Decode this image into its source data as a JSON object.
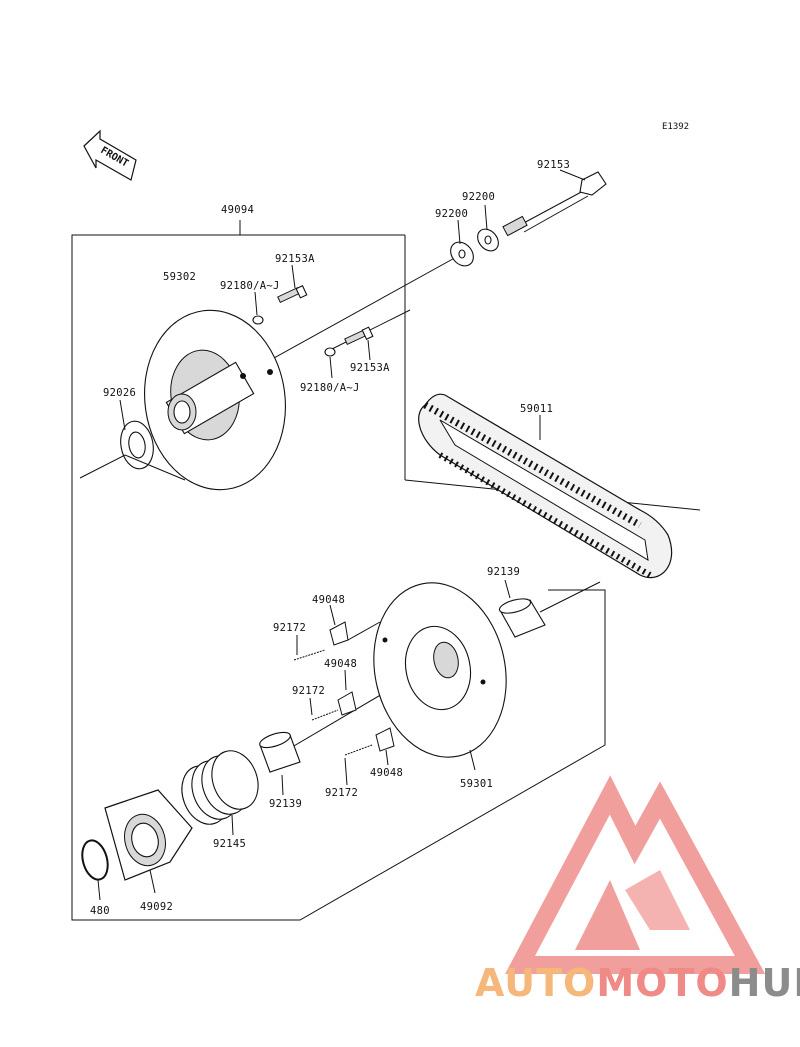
{
  "diagram_code": "E1392",
  "front_label": "FRONT",
  "labels": {
    "p49094": "49094",
    "p59302": "59302",
    "p92153A_top": "92153A",
    "p92180_top": "92180/A~J",
    "p92153A_mid": "92153A",
    "p92180_mid": "92180/A~J",
    "p92026": "92026",
    "p92153": "92153",
    "p92200_a": "92200",
    "p92200_b": "92200",
    "p59011": "59011",
    "p92139_top": "92139",
    "p49048_a": "49048",
    "p92172_a": "92172",
    "p49048_b": "49048",
    "p92172_b": "92172",
    "p49048_c": "49048",
    "p92172_c": "92172",
    "p59301": "59301",
    "p92139_bot": "92139",
    "p92145": "92145",
    "p480": "480",
    "p49092": "49092"
  },
  "watermark": {
    "part1": "AUTO",
    "part2": "MOTO",
    "part3": "HUB",
    "color1": "#f5b77a",
    "color2": "#ef8a86",
    "color3": "#8c8c8c",
    "logo_color": "#ef8f8c"
  }
}
